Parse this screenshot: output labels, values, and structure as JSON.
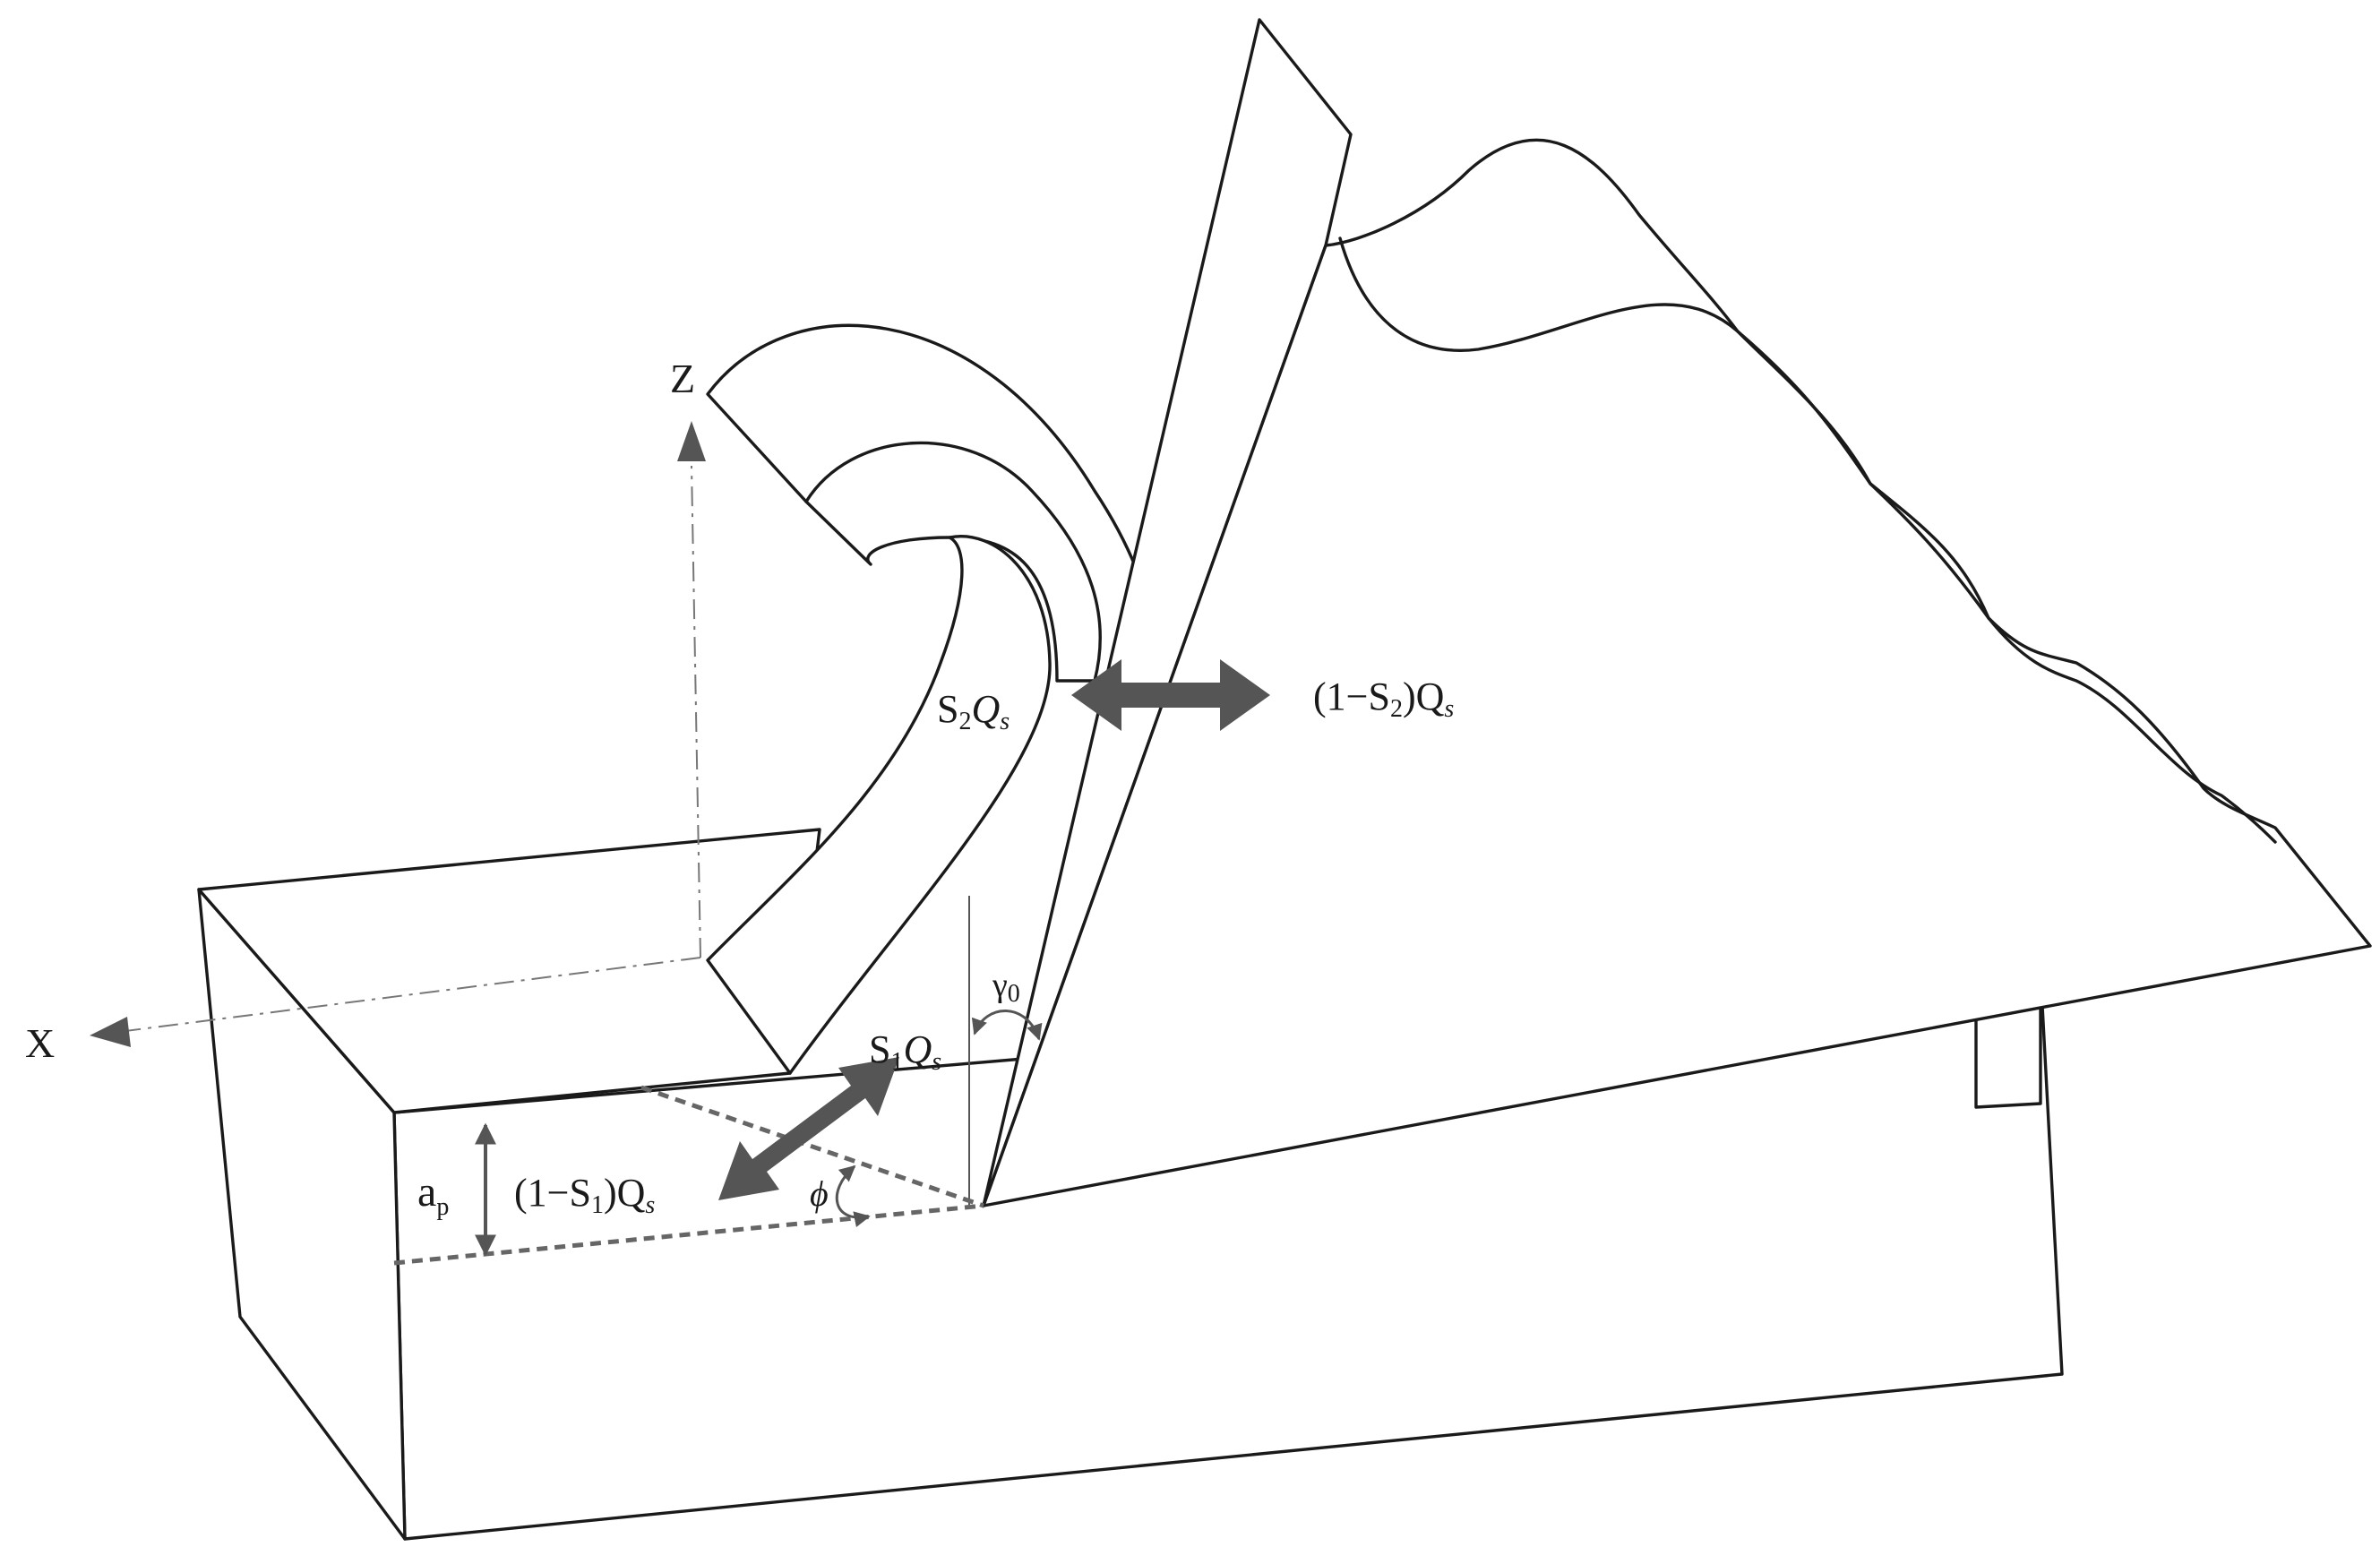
{
  "colors": {
    "line": "#1a1a1a",
    "arrow": "#555555",
    "dashed": "#666666",
    "background": "#ffffff"
  },
  "labels": {
    "z_axis": "Z",
    "x_axis": "X",
    "s2qs": {
      "main": "S",
      "sub": "2",
      "q": "Q",
      "q_sub": "s"
    },
    "one_minus_s2": {
      "prefix": "(1−S",
      "sub": "2",
      "suffix": ")Q",
      "q_sub": "s"
    },
    "gamma": {
      "main": "γ",
      "sub": "0"
    },
    "s1qs": {
      "main": "S",
      "sub": "1",
      "q": "Q",
      "q_sub": "s"
    },
    "one_minus_s1": {
      "prefix": "(1−S",
      "sub": "1",
      "suffix": ")Q",
      "q_sub": "s"
    },
    "ap": {
      "main": "a",
      "sub": "p"
    },
    "phi": "ϕ"
  }
}
